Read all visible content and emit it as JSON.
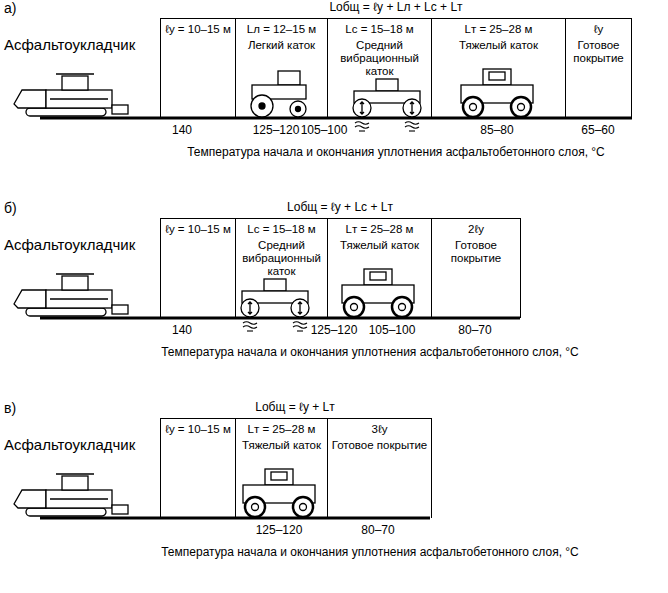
{
  "diagram": {
    "nodes": [
      {
        "text": [
          "ℓу = 10–15 м"
        ]
      },
      {
        "text": [
          "Lл = 12–15 м",
          "Легкий каток"
        ]
      },
      {
        "text": [
          "Lс = 15–18 м",
          "Средний вибрационный каток"
        ]
      },
      {
        "text": [
          "Lт = 25–28 м",
          "Тяжелый каток"
        ]
      },
      {
        "text": [
          "ℓу",
          "Готовое покрытие"
        ]
      },
      {
        "text": [
          "ℓу = 10–15 м"
        ]
      },
      {
        "text": [
          "Lс = 15–18 м",
          "Средний вибрационный каток"
        ]
      },
      {
        "text": [
          "Lт = 25–28 м",
          "Тяжелый каток"
        ]
      },
      {
        "text": [
          "2ℓу",
          "Готовое покрытие"
        ]
      },
      {
        "text": [
          "ℓу = 10–15 м"
        ]
      },
      {
        "text": [
          "Lт = 25–28 м",
          "Тяжелый каток"
        ]
      },
      {
        "text": [
          "3ℓу",
          "Готовое покрытие"
        ]
      }
    ],
    "labels": [
      "а)",
      "Lобщ = ℓу + Lл + Lс + Lт",
      "Асфальтоукладчик",
      "140",
      "125–120",
      "105–100",
      "85–80",
      "65–60",
      "Температура начала и окончания уплотнения асфальтобетонного слоя, °C",
      "б)",
      "Lобщ = ℓу + Lс + Lт",
      "Асфальтоукладчик",
      "140",
      "125–120",
      "105–100",
      "80–70",
      "Температура начала и окончания уплотнения асфальтобетонного слоя, °C",
      "в)",
      "Lобщ = ℓу + Lт",
      "Асфальтоукладчик",
      "125–120",
      "80–70",
      "Температура начала и окончания уплотнения асфальтобетонного слоя, °C"
    ]
  }
}
